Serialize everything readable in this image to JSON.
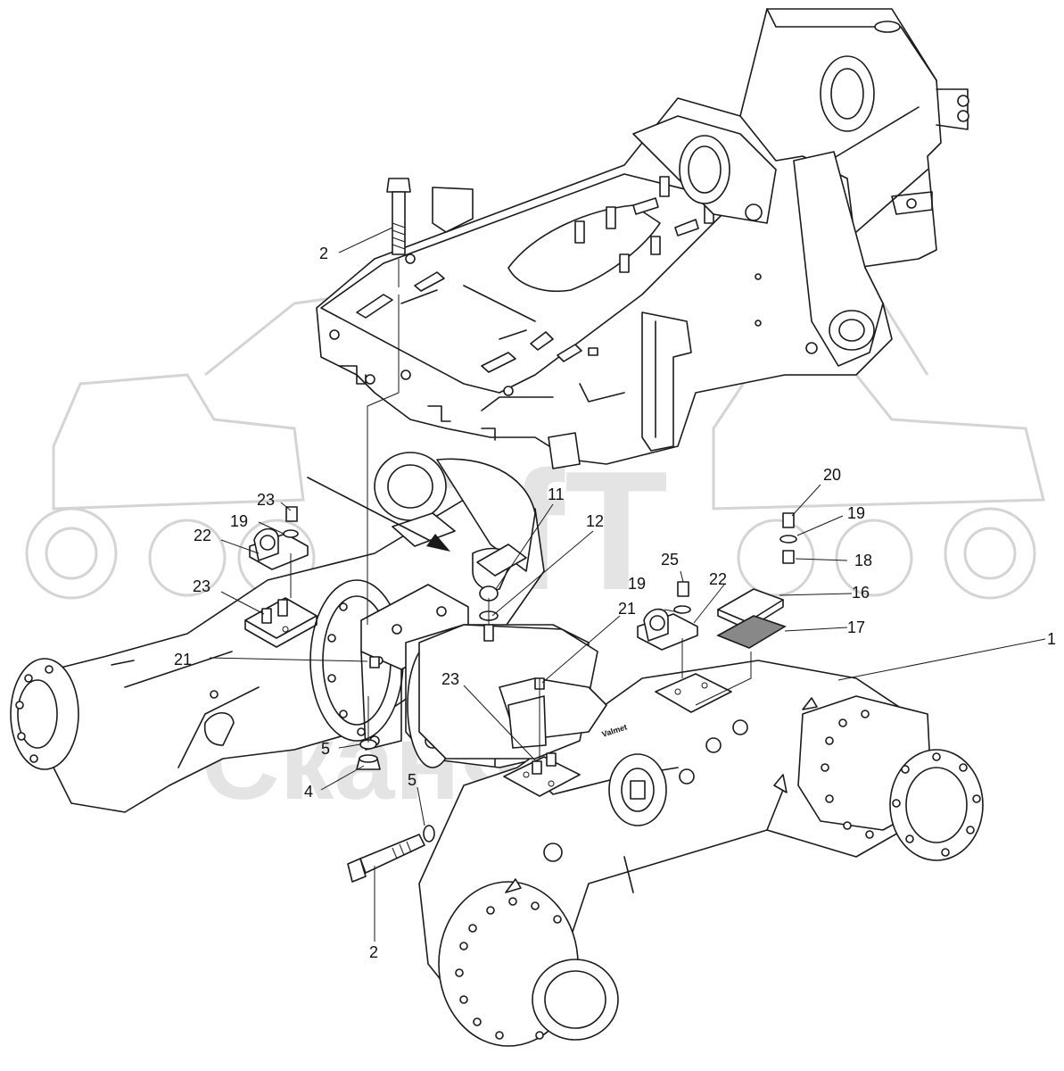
{
  "watermark": {
    "logo_text": "SfT",
    "company_text": "СканФорТек"
  },
  "markings": {
    "brand": "Valmet"
  },
  "callouts": [
    {
      "id": "c2a",
      "label": "2"
    },
    {
      "id": "c2b",
      "label": "2"
    },
    {
      "id": "c4",
      "label": "4"
    },
    {
      "id": "c5a",
      "label": "5"
    },
    {
      "id": "c5b",
      "label": "5"
    },
    {
      "id": "c11",
      "label": "11"
    },
    {
      "id": "c12",
      "label": "12"
    },
    {
      "id": "c16",
      "label": "16"
    },
    {
      "id": "c17",
      "label": "17"
    },
    {
      "id": "c18",
      "label": "18"
    },
    {
      "id": "c19a",
      "label": "19"
    },
    {
      "id": "c19b",
      "label": "19"
    },
    {
      "id": "c19c",
      "label": "19"
    },
    {
      "id": "c20",
      "label": "20"
    },
    {
      "id": "c21a",
      "label": "21"
    },
    {
      "id": "c21b",
      "label": "21"
    },
    {
      "id": "c22a",
      "label": "22"
    },
    {
      "id": "c22b",
      "label": "22"
    },
    {
      "id": "c23a",
      "label": "23"
    },
    {
      "id": "c23b",
      "label": "23"
    },
    {
      "id": "c23c",
      "label": "23"
    },
    {
      "id": "c25",
      "label": "25"
    },
    {
      "id": "c1",
      "label": "1"
    }
  ]
}
